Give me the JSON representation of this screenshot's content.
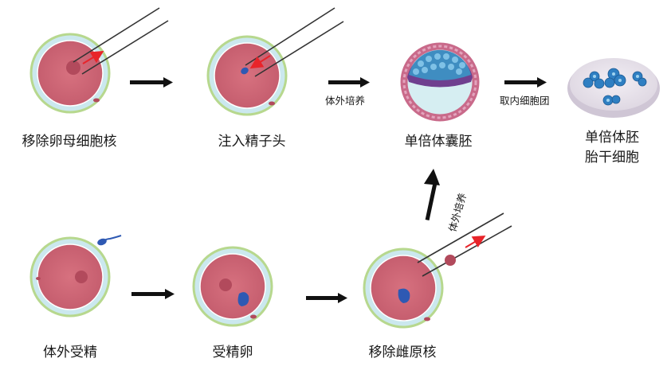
{
  "top_row": {
    "step1_label": "移除卵母细胞核",
    "step2_label": "注入精子头",
    "arrow2_label": "体外培养",
    "step3_label": "单倍体囊胚",
    "arrow3_label": "取内细胞团",
    "step4_label_line1": "单倍体胚",
    "step4_label_line2": "胎干细胞"
  },
  "bottom_row": {
    "step1_label": "体外受精",
    "step2_label": "受精卵",
    "step3_label": "移除雌原核",
    "up_arrow_label": "体外培养"
  },
  "colors": {
    "cytoplasm": "#cf6577",
    "zona_pellucida": "#cbe8ee",
    "zona_outline": "#b7d88e",
    "nucleus": "#b24a5c",
    "sperm_head": "#2e59b3",
    "pipette_arrow": "#e8242a",
    "process_arrow": "#111111",
    "blastocyst_icm": "#3f8dc1",
    "cell_colony": "#2f7fc2"
  }
}
